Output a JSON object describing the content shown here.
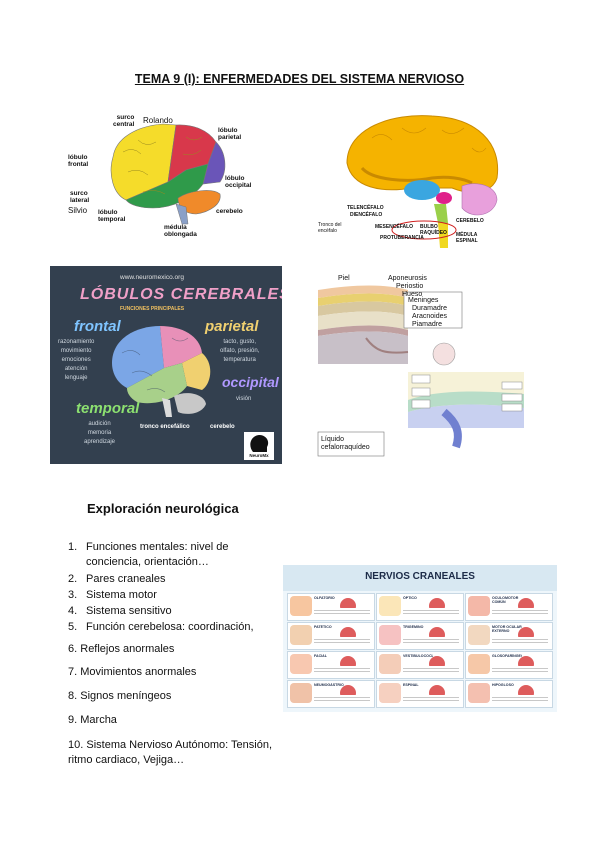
{
  "title": "TEMA 9 (I): ENFERMEDADES DEL SISTEMA NERVIOSO",
  "fig1": {
    "labels": {
      "surco_central": "surco\ncentral",
      "rolando": "Rolando",
      "lobulo_parietal": "lóbulo\nparietal",
      "lobulo_frontal": "lóbulo\nfrontal",
      "lobulo_occipital": "lóbulo\noccipital",
      "surco_lateral": "surco\nlateral",
      "silvio": "Silvio",
      "lobulo_temporal": "lóbulo\ntemporal",
      "cerebelo": "cerebelo",
      "medula": "médula\noblongada"
    }
  },
  "fig2": {
    "labels": {
      "telencefalo": "TELENCÉFALO",
      "diencefalo": "DIENCÉFALO",
      "tronco": "Tronco del\nencéfalo",
      "mesencefalo": "MESENCÉFALO",
      "protuberancia": "PROTUBERANCIA",
      "bulbo": "BULBO\nRAQUÍDEO",
      "cerebelo": "CEREBELO",
      "medula": "MÉDULA\nESPINAL"
    }
  },
  "fig3": {
    "site": "www.neuromexico.org",
    "title": "LÓBULOS CEREBRALES",
    "subtitle": "FUNCIONES PRINCIPALES",
    "frontal": "frontal",
    "frontal_items": "razonamiento\nmovimiento\nemociones\natención\nlenguaje",
    "parietal": "parietal",
    "parietal_items": "tacto, gusto,\nolfato, presión,\ntemperatura",
    "occipital": "occipital",
    "occipital_items": "visión",
    "temporal": "temporal",
    "temporal_items": "audición\nmemoria\naprendizaje",
    "tronco": "tronco encefálico",
    "cerebelo": "cerebelo",
    "logo": "NeuroMx"
  },
  "fig4": {
    "labels": {
      "piel": "Piel",
      "aponeurosis": "Aponeurosis",
      "periostio": "Periostio",
      "hueso": "Hueso",
      "meninges": "Meninges",
      "duramadre": "Duramadre",
      "aracnoides": "Aracnoides",
      "piamadre": "Piamadre",
      "liquido": "Líquido\ncefalorraquídeo"
    }
  },
  "subheading": "Exploración neurológica",
  "list": [
    {
      "n": "1.",
      "text": "Funciones mentales: nivel de\nconciencia, orientación…"
    },
    {
      "n": "2.",
      "text": "Pares craneales"
    },
    {
      "n": "3.",
      "text": "Sistema motor"
    },
    {
      "n": "4.",
      "text": "Sistema sensitivo"
    },
    {
      "n": "5.",
      "text": "Función cerebelosa: coordinación,"
    },
    {
      "n": "6.",
      "text": "Reflejos anormales"
    },
    {
      "n": "7.",
      "text": "Movimientos anormales"
    },
    {
      "n": "8.",
      "text": "Signos meníngeos"
    },
    {
      "n": "9.",
      "text": "Marcha"
    },
    {
      "n": "10.",
      "text": "Sistema Nervioso Autónomo: Tensión,\nritmo cardiaco, Vejiga…"
    }
  ],
  "fig5": {
    "title": "NERVIOS CRANEALES",
    "nerves": [
      "OLFATORIO",
      "ÓPTICO",
      "OCULOMOTOR COMÚN",
      "PATÉTICO",
      "TRIGÉMINO",
      "MOTOR OCULAR EXTERNO",
      "FACIAL",
      "VESTIBULOCOCLEAR",
      "GLOSOFARÍNGEO",
      "NEUMOGÁSTRICO",
      "ESPINAL",
      "HIPOGLOSO"
    ]
  }
}
